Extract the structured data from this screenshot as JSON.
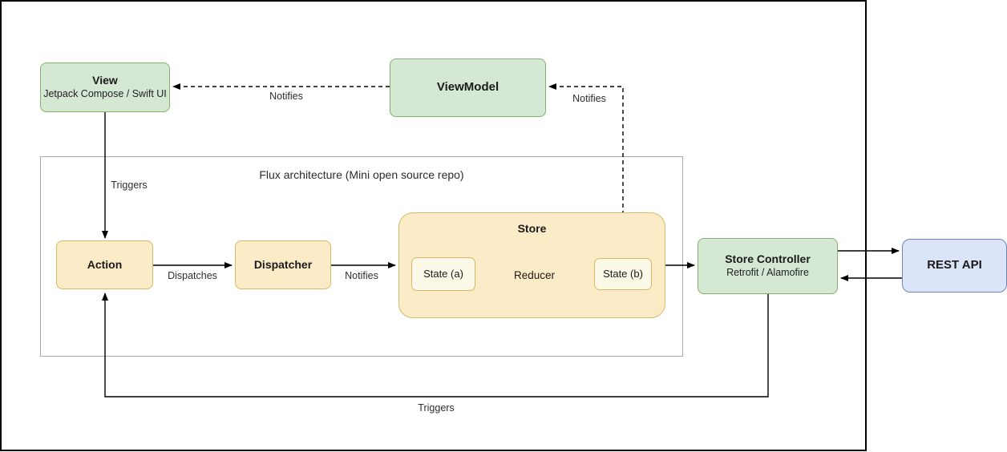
{
  "colors": {
    "green-fill": "#d5e8d4",
    "green-border": "#82b366",
    "yellow-fill": "#fbecc7",
    "yellow-border": "#d8b865",
    "state-fill": "#fdf9e8",
    "reducer-fill": "#fefcf2",
    "blue-fill": "#dce4f8",
    "blue-border": "#6d83c3",
    "container-border": "#a9a9a9",
    "outer-border": "#000000",
    "edge-color": "#000000"
  },
  "nodes": {
    "view": {
      "title": "View",
      "subtitle": "Jetpack Compose / Swift UI"
    },
    "viewmodel": {
      "title": "ViewModel"
    },
    "flux_container": {
      "title": "Flux architecture (Mini open source repo)"
    },
    "action": {
      "title": "Action"
    },
    "dispatcher": {
      "title": "Dispatcher"
    },
    "store": {
      "title": "Store"
    },
    "state_a": {
      "title": "State (a)"
    },
    "reducer": {
      "title": "Reducer"
    },
    "state_b": {
      "title": "State (b)"
    },
    "store_controller": {
      "title": "Store Controller",
      "subtitle": "Retrofit / Alamofire"
    },
    "rest_api": {
      "title": "REST API"
    }
  },
  "edges": {
    "view_to_action": {
      "label": "Triggers",
      "style": "solid"
    },
    "viewmodel_to_view": {
      "label": "Notifies",
      "style": "dashed"
    },
    "state_b_to_viewmodel": {
      "label": "Notifies",
      "style": "dashed"
    },
    "action_to_dispatcher": {
      "label": "Dispatches",
      "style": "solid"
    },
    "dispatcher_to_store": {
      "label": "Notifies",
      "style": "solid"
    },
    "state_a_to_reducer": {
      "style": "solid"
    },
    "reducer_to_state_b": {
      "style": "solid"
    },
    "store_to_store_controller": {
      "style": "solid"
    },
    "store_controller_to_rest_api": {
      "style": "solid"
    },
    "rest_api_to_store_controller": {
      "style": "solid"
    },
    "store_controller_to_action": {
      "label": "Triggers",
      "style": "solid"
    }
  }
}
